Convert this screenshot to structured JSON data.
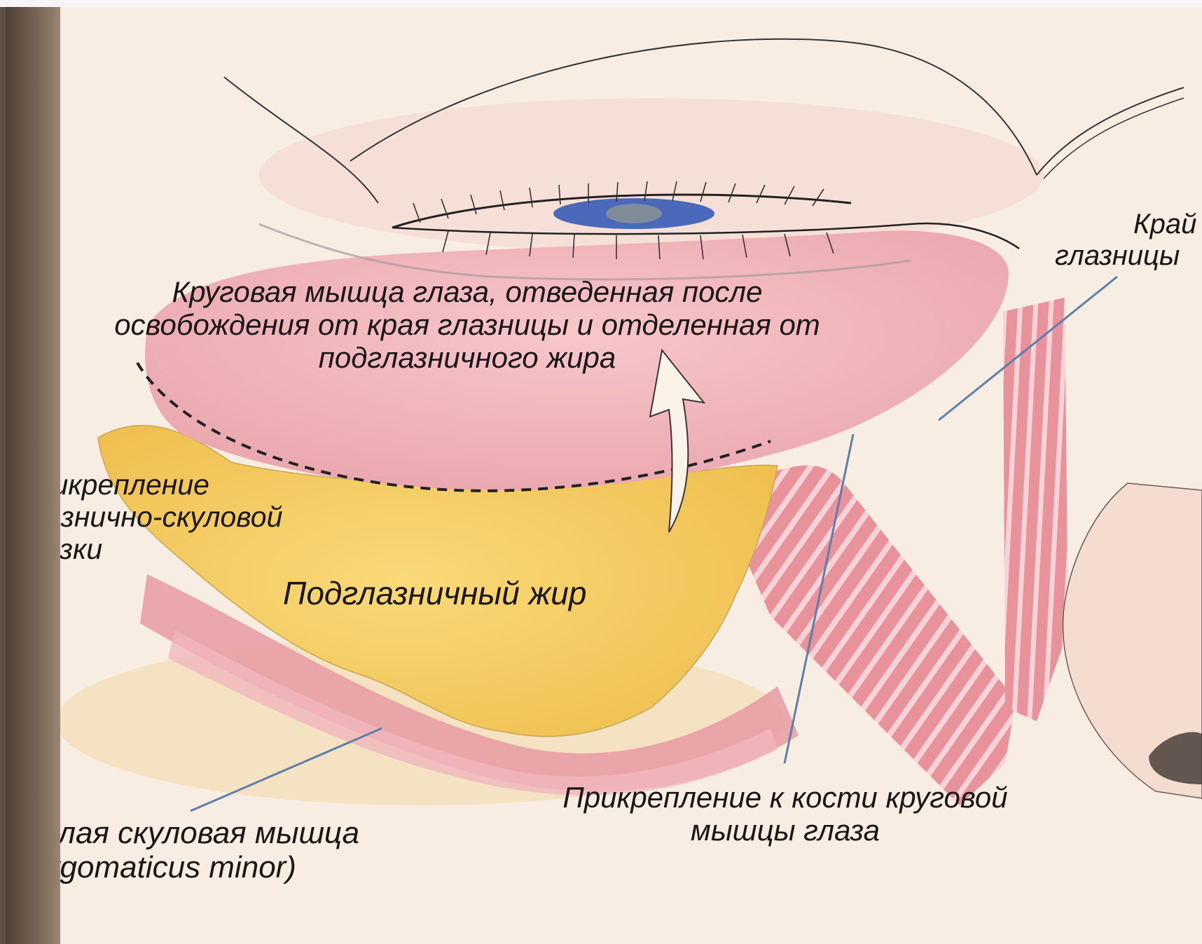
{
  "labels": {
    "orbicularis": [
      "Круговая мышца глаза, отведенная после",
      "освобождения от края глазницы и отделенная от",
      "подглазничного жира"
    ],
    "orbital_rim": [
      "Край",
      "глазницы"
    ],
    "ligament": [
      "Прикрепление",
      "глазнично-скуловой",
      "связки"
    ],
    "suborbital_fat": "Подглазничный жир",
    "zygomaticus_minor": [
      "Малая скуловая мышца",
      "(Zygomaticus minor)"
    ],
    "bone_attachment": [
      "Прикрепление к кости круговой",
      "мышцы глаза"
    ]
  },
  "colors": {
    "skin": "#f7ede2",
    "muscle": "#e99aa3",
    "muscle_stripe": "#f6d3d6",
    "fat": "#f4cf6a",
    "iris": "#2c55b5",
    "leader_line": "#5d7fa8",
    "binding": "#5e4f44"
  }
}
